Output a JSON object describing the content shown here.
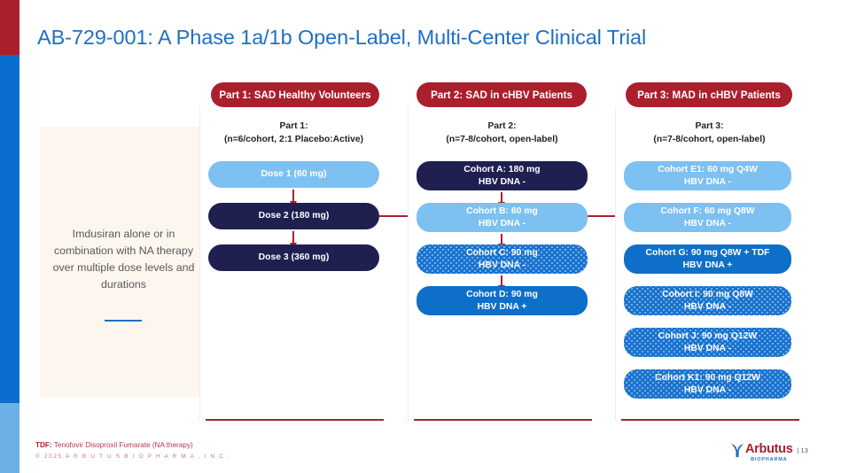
{
  "slide": {
    "title": "AB-729-001: A Phase 1a/1b Open-Label, Multi-Center Clinical Trial",
    "accent_red": "#ab1f2d",
    "accent_blue": "#0a6ed1",
    "accent_light_blue": "#6cb0e8",
    "title_color": "#1f6fc4"
  },
  "side_panel": {
    "text": "Imdusiran alone or in combination with NA therapy over multiple dose levels and durations"
  },
  "columns": [
    {
      "pill_label": "Part 1: SAD Healthy Volunteers",
      "caption_line1": "Part 1:",
      "caption_line2": "(n=6/cohort, 2:1 Placebo:Active)",
      "nodes": [
        {
          "line1": "Dose 1 (60 mg)",
          "line2": "",
          "style": "light-blue"
        },
        {
          "line1": "Dose 2 (180 mg)",
          "line2": "",
          "style": "navy"
        },
        {
          "line1": "Dose 3 (360 mg)",
          "line2": "",
          "style": "navy"
        }
      ]
    },
    {
      "pill_label": "Part 2: SAD in cHBV Patients",
      "caption_line1": "Part 2:",
      "caption_line2": "(n=7-8/cohort, open-label)",
      "nodes": [
        {
          "line1": "Cohort A: 180 mg",
          "line2": "HBV DNA -",
          "style": "navy"
        },
        {
          "line1": "Cohort B: 60 mg",
          "line2": "HBV DNA -",
          "style": "light-blue"
        },
        {
          "line1": "Cohort C: 90 mg",
          "line2": "HBV DNA -",
          "style": "dotted-blue"
        },
        {
          "line1": "Cohort D: 90 mg",
          "line2": "HBV DNA +",
          "style": "blue"
        }
      ]
    },
    {
      "pill_label": "Part 3: MAD in cHBV Patients",
      "caption_line1": "Part 3:",
      "caption_line2": "(n=7-8/cohort, open-label)",
      "nodes": [
        {
          "line1": "Cohort E1: 60 mg Q4W",
          "line2": "HBV DNA -",
          "style": "light-blue"
        },
        {
          "line1": "Cohort F: 60 mg Q8W",
          "line2": "HBV DNA -",
          "style": "light-blue"
        },
        {
          "line1": "Cohort G: 90 mg Q8W + TDF",
          "line2": "HBV DNA +",
          "style": "blue"
        },
        {
          "line1": "Cohort I: 90 mg Q8W",
          "line2": "HBV DNA -",
          "style": "dotted-blue"
        },
        {
          "line1": "Cohort J: 90 mg Q12W",
          "line2": "HBV DNA -",
          "style": "dotted-blue"
        },
        {
          "line1": "Cohort K1: 90 mg Q12W",
          "line2": "HBV DNA -",
          "style": "dotted-blue"
        }
      ]
    }
  ],
  "footer": {
    "abbr_key": "TDF:",
    "abbr_value": "Tenofovir Disoproxil Fumarate (NA therapy)",
    "copyright": "© 2025   A R B U T U S   B I O P H A R M A ,   I N C ."
  },
  "logo": {
    "name": "Arbutus",
    "subtitle": "BIOPHARMA",
    "page_number": "| 13"
  }
}
